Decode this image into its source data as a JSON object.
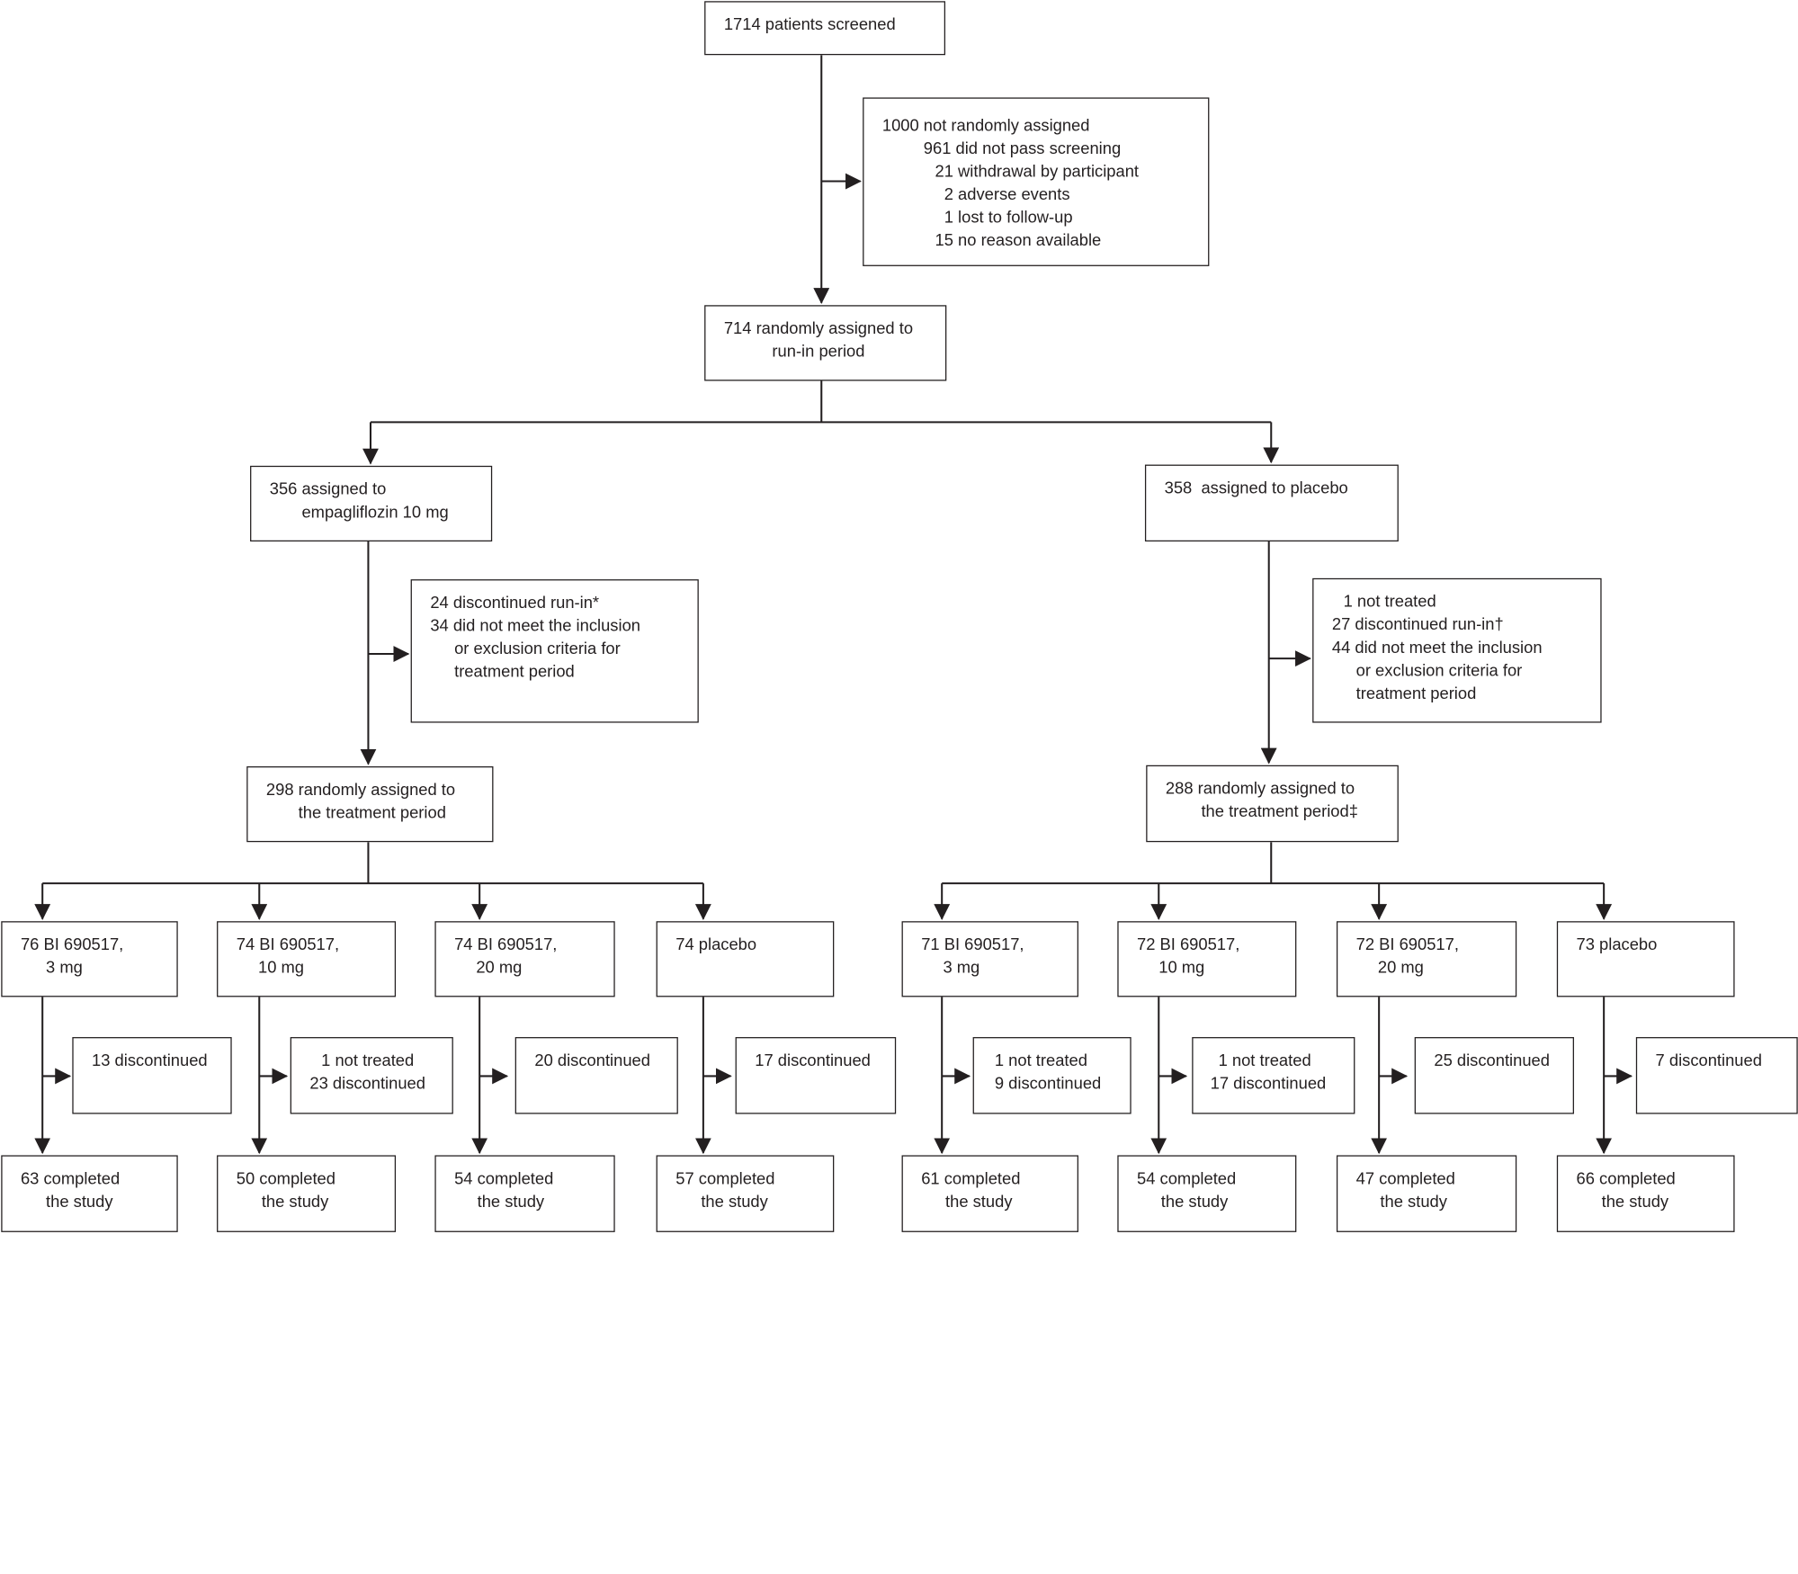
{
  "screened": {
    "lines": [
      "1714 patients screened"
    ]
  },
  "not_randomised": {
    "lines": [
      "1000 not randomly assigned",
      "961 did not pass screening",
      "21 withdrawal by participant",
      "2 adverse events",
      "1 lost to follow-up",
      "15 no reason available"
    ]
  },
  "runin": {
    "lines": [
      "714 randomly assigned to",
      "run-in period"
    ]
  },
  "empa": {
    "lines": [
      "356 assigned to",
      "empagliflozin 10 mg"
    ]
  },
  "placebo_runin": {
    "lines": [
      "358  assigned to placebo"
    ]
  },
  "empa_excluded": {
    "lines": [
      "24 discontinued run-in*",
      "34 did not meet the inclusion",
      "or exclusion criteria for",
      "treatment period"
    ]
  },
  "placebo_excluded": {
    "lines": [
      "1 not treated",
      "27 discontinued run-in†",
      "44 did not meet the inclusion",
      "or exclusion criteria for",
      "treatment period"
    ]
  },
  "empa_treat": {
    "lines": [
      "298 randomly assigned to",
      "the treatment period"
    ]
  },
  "placebo_treat": {
    "lines": [
      "288 randomly assigned to",
      "the treatment period‡"
    ]
  },
  "arms": [
    {
      "arm": [
        "76 BI 690517,",
        "3 mg"
      ],
      "disc": [
        "13 discontinued"
      ],
      "done": [
        "63 completed",
        "the study"
      ]
    },
    {
      "arm": [
        "74 BI 690517,",
        "10 mg"
      ],
      "disc": [
        "1 not treated",
        "23 discontinued"
      ],
      "done": [
        "50 completed",
        "the study"
      ]
    },
    {
      "arm": [
        "74 BI 690517,",
        "20 mg"
      ],
      "disc": [
        "20 discontinued"
      ],
      "done": [
        "54 completed",
        "the study"
      ]
    },
    {
      "arm": [
        "74 placebo"
      ],
      "disc": [
        "17 discontinued"
      ],
      "done": [
        "57 completed",
        "the study"
      ]
    },
    {
      "arm": [
        "71 BI 690517,",
        "3 mg"
      ],
      "disc": [
        "1 not treated",
        "9 discontinued"
      ],
      "done": [
        "61 completed",
        "the study"
      ]
    },
    {
      "arm": [
        "72 BI 690517,",
        "10 mg"
      ],
      "disc": [
        "1 not treated",
        "17 discontinued"
      ],
      "done": [
        "54 completed",
        "the study"
      ]
    },
    {
      "arm": [
        "72 BI 690517,",
        "20 mg"
      ],
      "disc": [
        "25 discontinued"
      ],
      "done": [
        "47 completed",
        "the study"
      ]
    },
    {
      "arm": [
        "73 placebo"
      ],
      "disc": [
        "7 discontinued"
      ],
      "done": [
        "66 completed",
        "the study"
      ]
    }
  ],
  "colors": {
    "stroke": "#231f20",
    "background": "#ffffff"
  }
}
